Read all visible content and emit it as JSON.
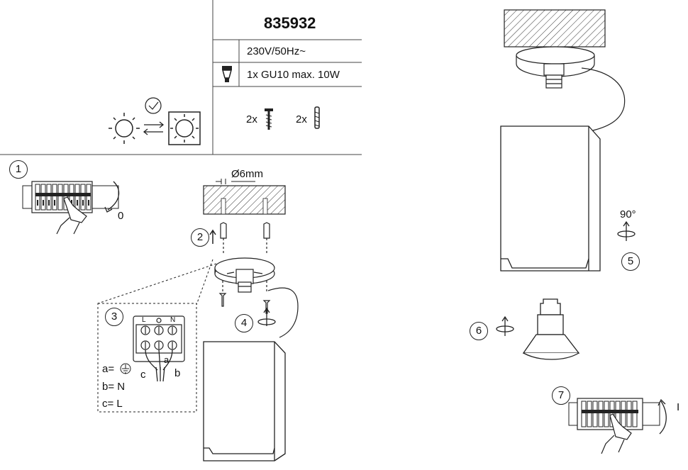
{
  "spec": {
    "model": "835932",
    "voltage": "230V/50Hz~",
    "bulb": "1x GU10  max. 10W",
    "screw_count": "2x",
    "dowel_count": "2x"
  },
  "steps": {
    "s1": "1",
    "s1_state": "0",
    "s2": "2",
    "s2_drill": "Ø6mm",
    "s3": "3",
    "s3_L": "L",
    "s3_N": "N",
    "s3_a": "a",
    "s3_b": "b",
    "s3_c": "c",
    "s3_legend_a": "a=",
    "s3_legend_b": "b= N",
    "s3_legend_c": "c= L",
    "s4": "4",
    "s5": "5",
    "s5_angle": "90°",
    "s6": "6",
    "s7": "7",
    "s7_state": "I"
  }
}
